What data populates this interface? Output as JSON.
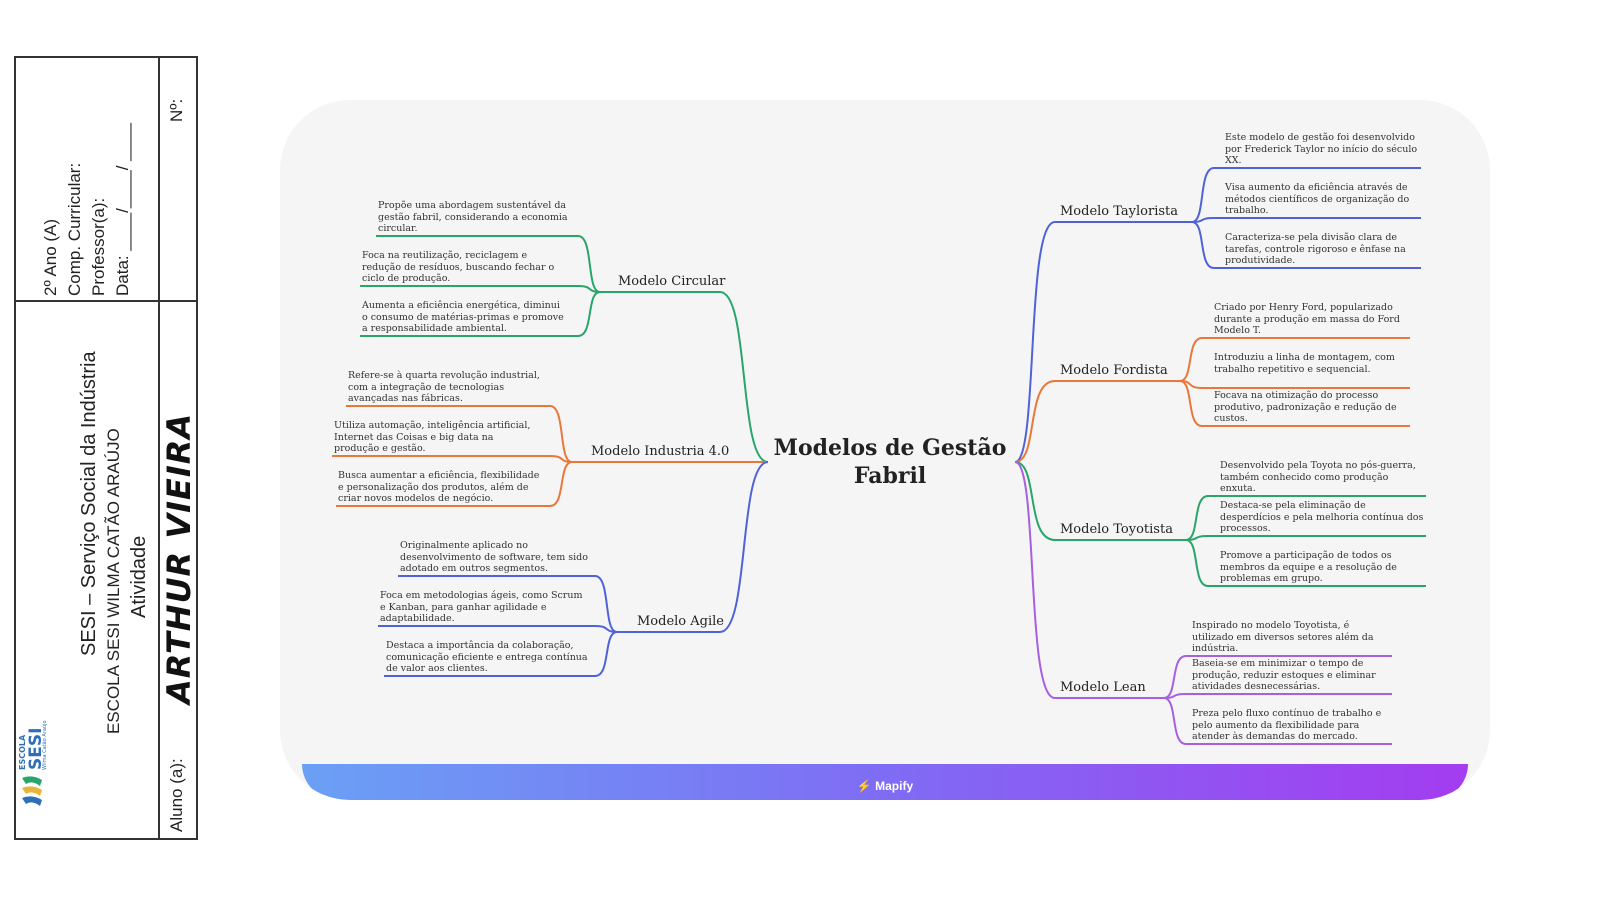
{
  "header": {
    "year": "2º Ano (A)",
    "subject": "Comp. Curricular:",
    "teacher": "Professor(a):",
    "date": "Data: ____/____/ ____",
    "school_name": "SESI – Serviço Social da Indústria",
    "school_unit": "ESCOLA SESI WILMA CATÃO ARAÚJO",
    "activity": "Atividade",
    "number_label": "Nº:",
    "student_label": "Aluno (a):",
    "student_name": "ARTHUR VIEIRA",
    "logo_word": "ESCOLA",
    "logo_brand": "SESI",
    "logo_sub": "Wilma Catão Araújo"
  },
  "colors": {
    "green": "#2aa56a",
    "orange": "#e8783a",
    "blue": "#5062d8",
    "purple": "#a760e0",
    "footer_start": "#6aa0f5",
    "footer_end": "#a43cf0"
  },
  "mindmap": {
    "center": {
      "line1": "Modelos de Gestão",
      "line2": "Fabril"
    },
    "left_branches": [
      {
        "label": "Modelo Circular",
        "color": "green",
        "leaves": [
          "Propõe uma abordagem sustentável da gestão fabril, considerando a economia circular.",
          "Foca na reutilização, reciclagem e redução de resíduos, buscando fechar o ciclo de produção.",
          "Aumenta a eficiência energética, diminui o consumo de matérias-primas e promove a responsabilidade ambiental."
        ]
      },
      {
        "label": "Modelo Industria 4.0",
        "color": "orange",
        "leaves": [
          "Refere-se à quarta revolução industrial, com a integração de tecnologias avançadas nas fábricas.",
          "Utiliza automação, inteligência artificial, Internet das Coisas e big data na produção e gestão.",
          "Busca aumentar a eficiência, flexibilidade e personalização dos produtos, além de criar novos modelos de negócio."
        ]
      },
      {
        "label": "Modelo Agile",
        "color": "blue",
        "leaves": [
          "Originalmente aplicado no desenvolvimento de software, tem sido adotado em outros segmentos.",
          "Foca em metodologias ágeis, como Scrum e Kanban, para ganhar agilidade e adaptabilidade.",
          "Destaca a importância da colaboração, comunicação eficiente e entrega contínua de valor aos clientes."
        ]
      }
    ],
    "right_branches": [
      {
        "label": "Modelo Taylorista",
        "color": "blue",
        "leaves": [
          "Este modelo de gestão foi desenvolvido por Frederick Taylor no início do século XX.",
          "Visa aumento da eficiência através de métodos científicos de organização do trabalho.",
          "Caracteriza-se pela divisão clara de tarefas, controle rigoroso e ênfase na produtividade."
        ]
      },
      {
        "label": "Modelo Fordista",
        "color": "orange",
        "leaves": [
          "Criado por Henry Ford, popularizado durante a produção em massa do Ford Modelo T.",
          "Introduziu a linha de montagem, com trabalho repetitivo e sequencial.",
          "Focava na otimização do processo produtivo, padronização e redução de custos."
        ]
      },
      {
        "label": "Modelo Toyotista",
        "color": "green",
        "leaves": [
          "Desenvolvido pela Toyota no pós-guerra, também conhecido como produção enxuta.",
          "Destaca-se pela eliminação de desperdícios e pela melhoria contínua dos processos.",
          "Promove a participação de todos os membros da equipe e a resolução de problemas em grupo."
        ]
      },
      {
        "label": "Modelo Lean",
        "color": "purple",
        "leaves": [
          "Inspirado no modelo Toyotista, é utilizado em diversos setores além da indústria.",
          "Baseia-se em minimizar o tempo de produção, reduzir estoques e eliminar atividades desnecessárias.",
          "Preza pelo fluxo contínuo de trabalho e pelo aumento da flexibilidade para atender às demandas do mercado."
        ]
      }
    ]
  },
  "footer": {
    "brand": "⚡ Mapify"
  }
}
